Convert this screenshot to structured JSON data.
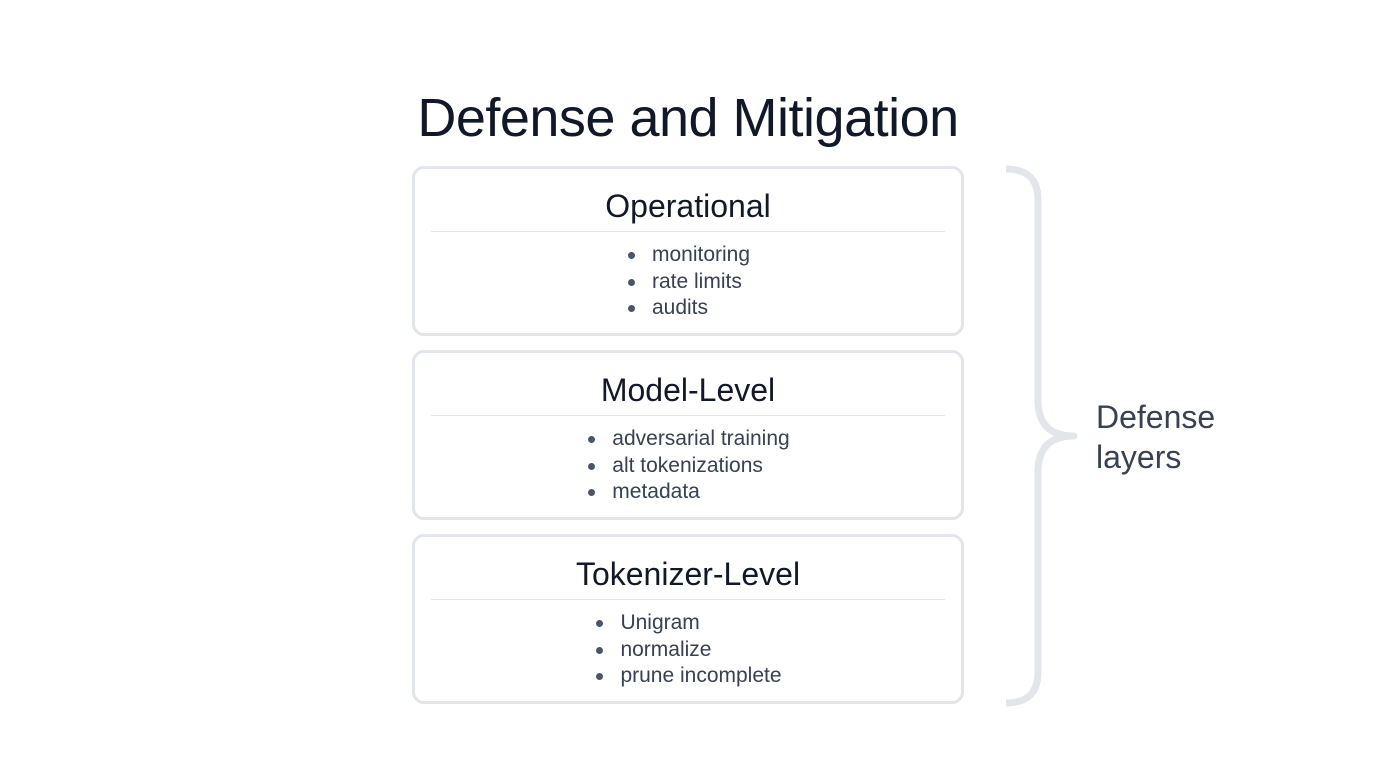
{
  "title": "Defense and Mitigation",
  "layers": [
    {
      "title": "Operational",
      "items": [
        "monitoring",
        "rate limits",
        "audits"
      ]
    },
    {
      "title": "Model-Level",
      "items": [
        "adversarial training",
        "alt tokenizations",
        "metadata"
      ]
    },
    {
      "title": "Tokenizer-Level",
      "items": [
        "Unigram",
        "normalize",
        "prune incomplete"
      ]
    }
  ],
  "brace": {
    "label_line1": "Defense",
    "label_line2": "layers",
    "color": "#e2e5ea"
  },
  "colors": {
    "title": "#111827",
    "card_border": "#e2e5ea",
    "item_text": "#374151"
  }
}
